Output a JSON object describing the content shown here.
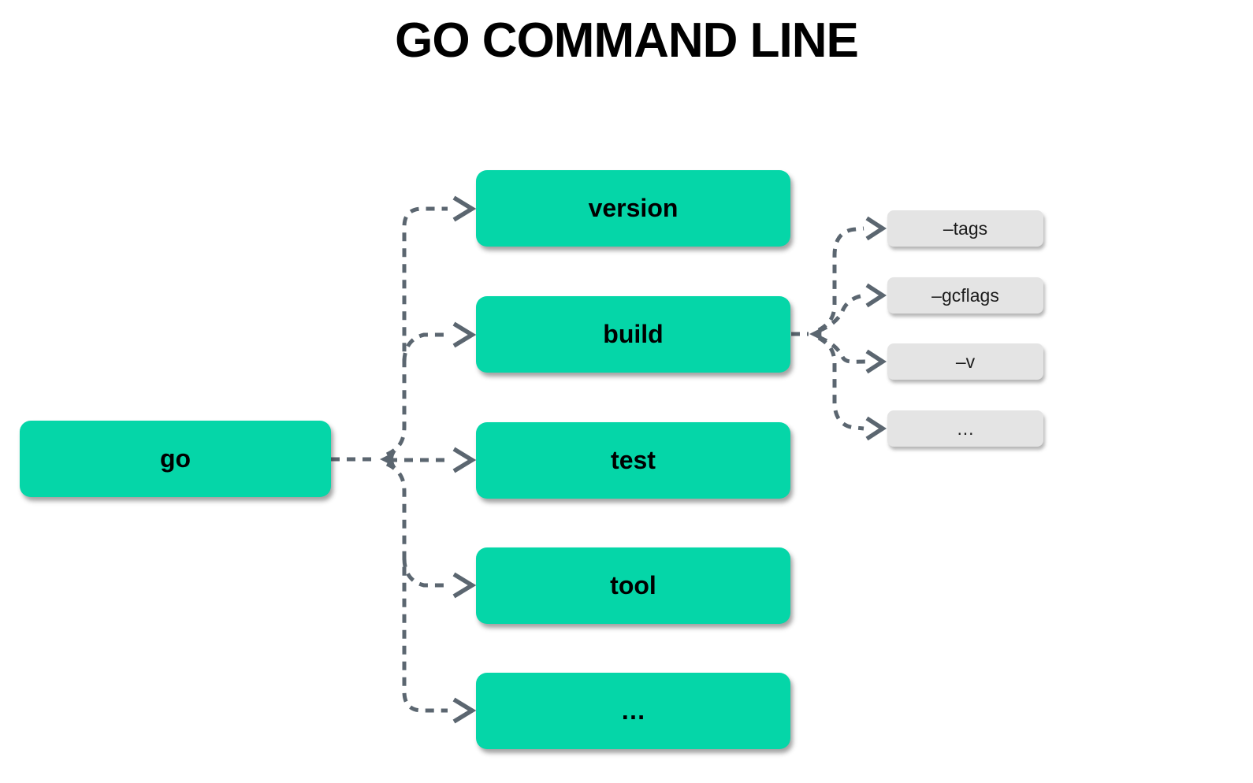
{
  "title": "GO COMMAND LINE",
  "diagram": {
    "root": {
      "label": "go"
    },
    "commands": [
      {
        "label": "version"
      },
      {
        "label": "build"
      },
      {
        "label": "test"
      },
      {
        "label": "tool"
      },
      {
        "label": "…"
      }
    ],
    "build_flags": [
      {
        "label": "–tags"
      },
      {
        "label": "–gcflags"
      },
      {
        "label": "–v"
      },
      {
        "label": "…"
      }
    ]
  },
  "colors": {
    "background": "#ffffff",
    "node": "#05d6a8",
    "flag": "#e4e4e4",
    "connector": "#5b6670",
    "node_text": "#000000",
    "flag_text": "#1c1c1c"
  }
}
